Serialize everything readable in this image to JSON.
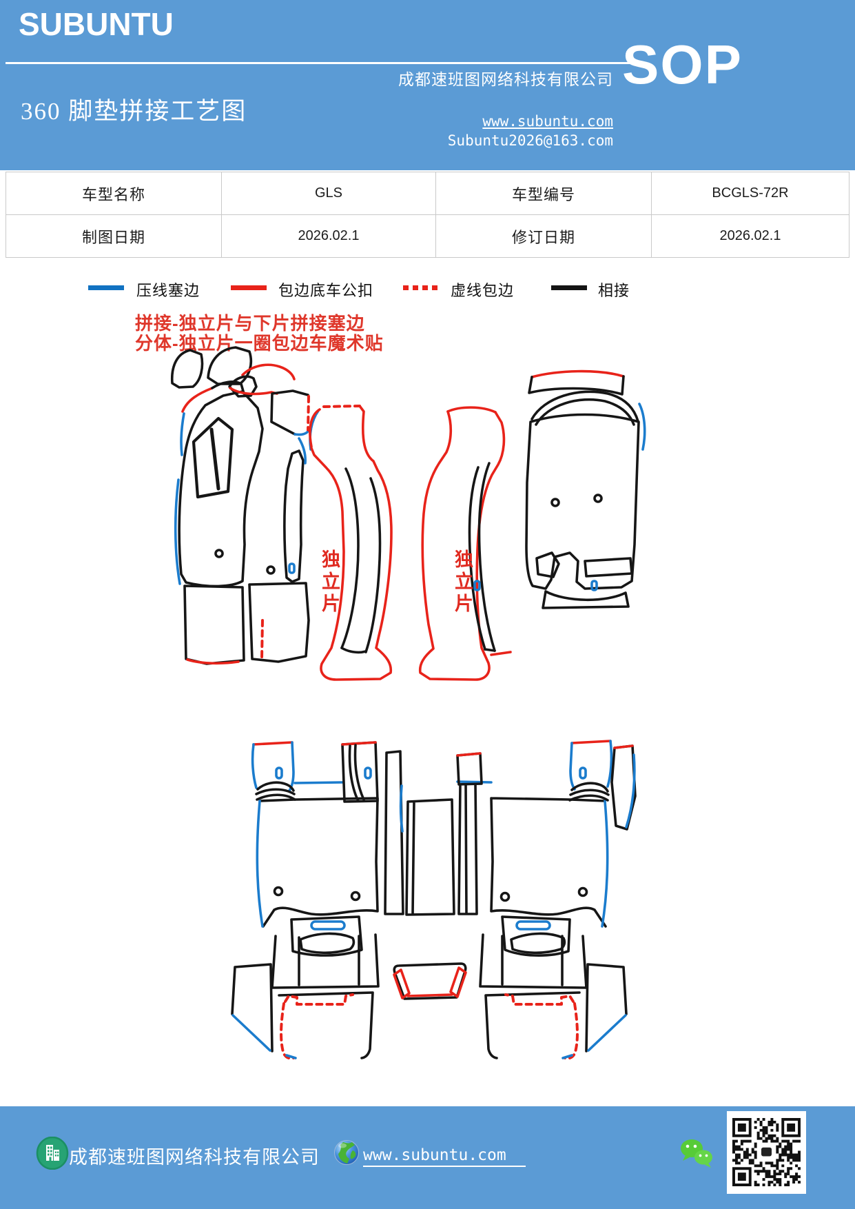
{
  "header": {
    "logo": "SUBUNTU",
    "title": "360 脚垫拼接工艺图",
    "company": "成都速班图网络科技有限公司",
    "website": "www.subuntu.com",
    "email": "Subuntu2026@163.com",
    "badge": "SOP"
  },
  "info_table": {
    "rows": [
      {
        "cells": [
          "车型名称",
          "GLS",
          "车型编号",
          "BCGLS-72R"
        ]
      },
      {
        "cells": [
          "制图日期",
          "2026.02.1",
          "修订日期",
          "2026.02.1"
        ]
      }
    ]
  },
  "legend": {
    "items": [
      {
        "label": "压线塞边",
        "color": "#1172c2",
        "style": "solid"
      },
      {
        "label": "包边底车公扣",
        "color": "#e8231a",
        "style": "solid"
      },
      {
        "label": "虚线包边",
        "color": "#e8231a",
        "style": "dashed"
      },
      {
        "label": "相接",
        "color": "#141414",
        "style": "solid"
      }
    ]
  },
  "notes": {
    "line1": "拼接-独立片与下片拼接塞边",
    "line2": "分体-独立片一圈包边车魔术贴"
  },
  "diagram": {
    "independent_label_left": "独立片",
    "independent_label_right": "独立片",
    "colors": {
      "black": "#161616",
      "red": "#e8231a",
      "blue": "#1b7ccd"
    }
  },
  "footer": {
    "company": "成都速班图网络科技有限公司",
    "website": "www.subuntu.com"
  }
}
